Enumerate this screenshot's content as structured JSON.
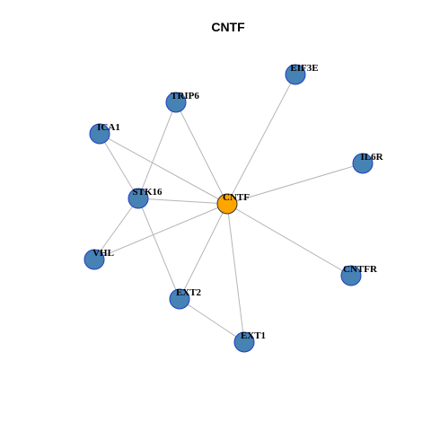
{
  "title": "CNTF",
  "colors": {
    "hub_fill": "#FFA500",
    "node_fill": "#4682B4",
    "node_stroke": "#1F3FBF",
    "edge": "#B5B5B5"
  },
  "nodes": [
    {
      "id": "CNTF",
      "label": "CNTF",
      "role": "hub"
    },
    {
      "id": "EIF3E",
      "label": "EIF3E",
      "role": "partner"
    },
    {
      "id": "TRIP6",
      "label": "TRIP6",
      "role": "partner"
    },
    {
      "id": "ICA1",
      "label": "ICA1",
      "role": "partner"
    },
    {
      "id": "IL6R",
      "label": "IL6R",
      "role": "partner"
    },
    {
      "id": "STK16",
      "label": "STK16",
      "role": "partner"
    },
    {
      "id": "VHL",
      "label": "VHL",
      "role": "partner"
    },
    {
      "id": "CNTFR",
      "label": "CNTFR",
      "role": "partner"
    },
    {
      "id": "EXT2",
      "label": "EXT2",
      "role": "partner"
    },
    {
      "id": "EXT1",
      "label": "EXT1",
      "role": "partner"
    }
  ],
  "edges": [
    [
      "CNTF",
      "EIF3E"
    ],
    [
      "CNTF",
      "TRIP6"
    ],
    [
      "CNTF",
      "ICA1"
    ],
    [
      "CNTF",
      "IL6R"
    ],
    [
      "CNTF",
      "STK16"
    ],
    [
      "CNTF",
      "VHL"
    ],
    [
      "CNTF",
      "CNTFR"
    ],
    [
      "CNTF",
      "EXT2"
    ],
    [
      "CNTF",
      "EXT1"
    ],
    [
      "STK16",
      "TRIP6"
    ],
    [
      "STK16",
      "ICA1"
    ],
    [
      "STK16",
      "VHL"
    ],
    [
      "STK16",
      "EXT2"
    ],
    [
      "EXT2",
      "EXT1"
    ]
  ]
}
